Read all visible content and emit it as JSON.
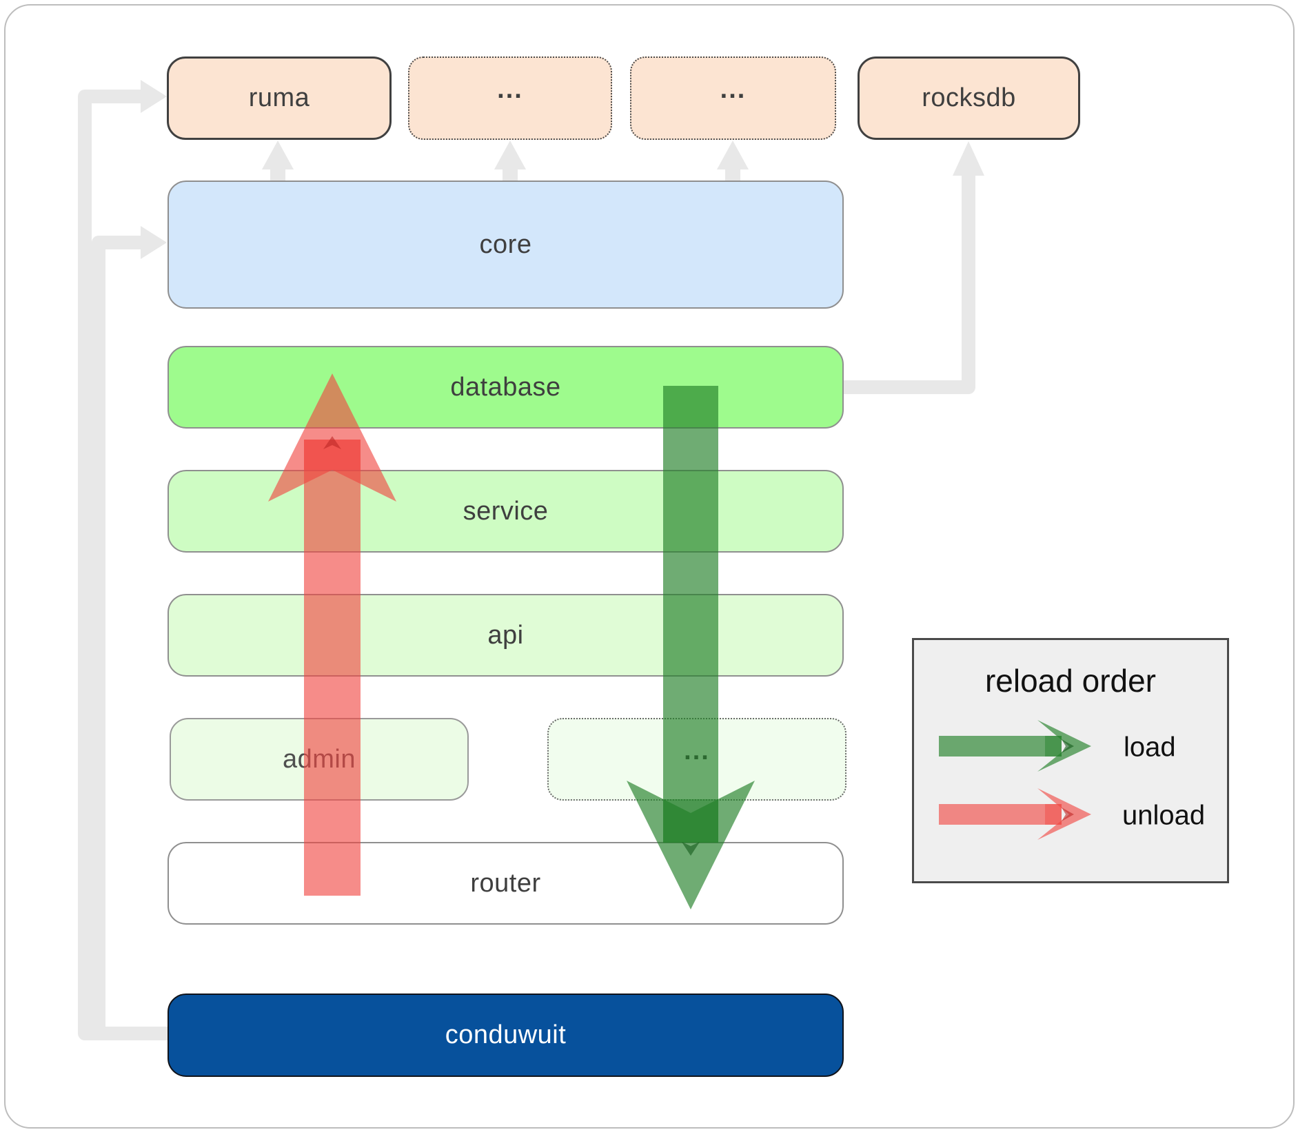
{
  "nodes": {
    "ruma": {
      "label": "ruma"
    },
    "misc_top_1": {
      "label": "..."
    },
    "misc_top_2": {
      "label": "..."
    },
    "rocksdb": {
      "label": "rocksdb"
    },
    "core": {
      "label": "core"
    },
    "database": {
      "label": "database"
    },
    "service": {
      "label": "service"
    },
    "api": {
      "label": "api"
    },
    "admin": {
      "label": "admin"
    },
    "misc_row": {
      "label": "..."
    },
    "router": {
      "label": "router"
    },
    "conduwuit": {
      "label": "conduwuit"
    }
  },
  "legend": {
    "title": "reload order",
    "items": [
      {
        "label": "load",
        "arrow_color": "#228028"
      },
      {
        "label": "unload",
        "arrow_color": "#f04641"
      }
    ]
  },
  "colors": {
    "load_green": "#228028",
    "unload_red": "#f04641",
    "connector_gray": "#e8e8e8",
    "conduwuit_blue": "#07519c",
    "core_blue": "#d3e7fb",
    "database_green": "#9efb8d",
    "service_green": "#cefcc3",
    "api_green": "#e0fcd6",
    "admin_green": "#ecfce6",
    "external_peach": "#fce4d2",
    "legend_bg": "#efefef"
  }
}
